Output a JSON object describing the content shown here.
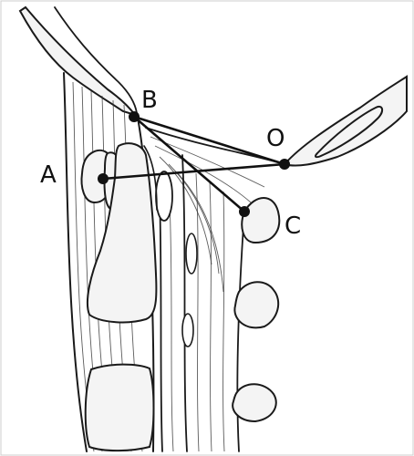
{
  "diagram": {
    "points": [
      {
        "id": "A",
        "label": "A"
      },
      {
        "id": "B",
        "label": "B"
      },
      {
        "id": "C",
        "label": "C"
      },
      {
        "id": "O",
        "label": "O"
      }
    ],
    "connections": [
      {
        "from": "A",
        "to": "O"
      },
      {
        "from": "B",
        "to": "O"
      },
      {
        "from": "B",
        "to": "C"
      }
    ],
    "colors": {
      "ink": "#1a1a1a",
      "background": "#ffffff",
      "bone_fill": "#f4f4f4"
    }
  }
}
